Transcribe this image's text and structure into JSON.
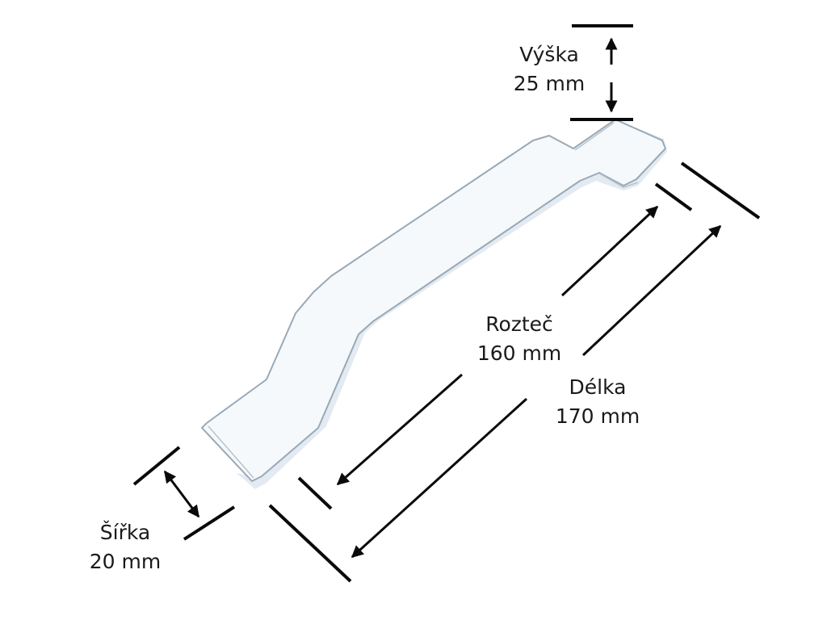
{
  "dimensions": {
    "height": {
      "name": "Výška",
      "value": "25 mm"
    },
    "spacing": {
      "name": "Rozteč",
      "value": "160 mm"
    },
    "length": {
      "name": "Délka",
      "value": "170 mm"
    },
    "width": {
      "name": "Šířka",
      "value": "20 mm"
    }
  },
  "colors": {
    "line": "#0a0a0a",
    "handle_fill": "#f4f8fb",
    "handle_outline": "#9aa9b6",
    "handle_shade": "#dde6ee"
  }
}
